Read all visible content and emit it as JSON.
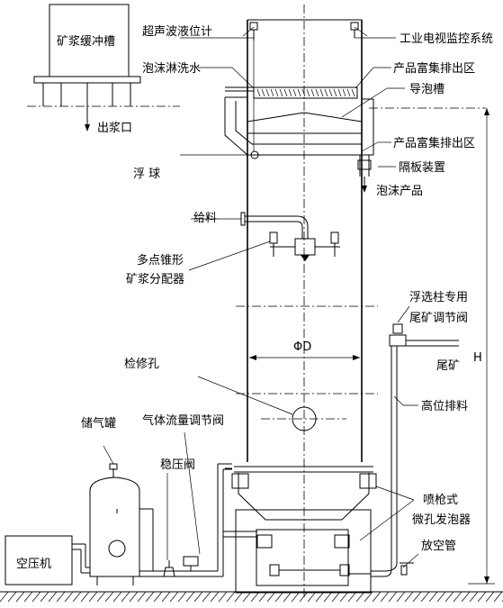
{
  "labels": {
    "buffer_tank": "矿浆缓冲槽",
    "slurry_outlet": "出浆口",
    "ultrasonic_level": "超声波液位计",
    "tv_monitor": "工业电视监控系统",
    "foam_wash": "泡沫淋洗水",
    "product_zone_1": "产品富集排出区",
    "froth_trough": "导泡槽",
    "product_zone_2": "产品富集排出区",
    "baffle": "隔板装置",
    "float_ball": "浮 球",
    "froth_product": "泡沫产品",
    "feed": "给料",
    "distributor_line1": "多点锥形",
    "distributor_line2": "矿浆分配器",
    "column_valve_line1": "浮选柱专用",
    "column_valve_line2": "尾矿调节阀",
    "diameter": "ΦD",
    "tailings": "尾矿",
    "height": "H",
    "manhole": "检修孔",
    "high_discharge": "高位排料",
    "air_tank": "储气罐",
    "gas_flow_valve": "气体流量调节阀",
    "stabilizer_valve": "稳压阀",
    "sparger_line1": "喷枪式",
    "sparger_line2": "微孔发泡器",
    "vent_pipe": "放空管",
    "compressor": "空压机"
  }
}
